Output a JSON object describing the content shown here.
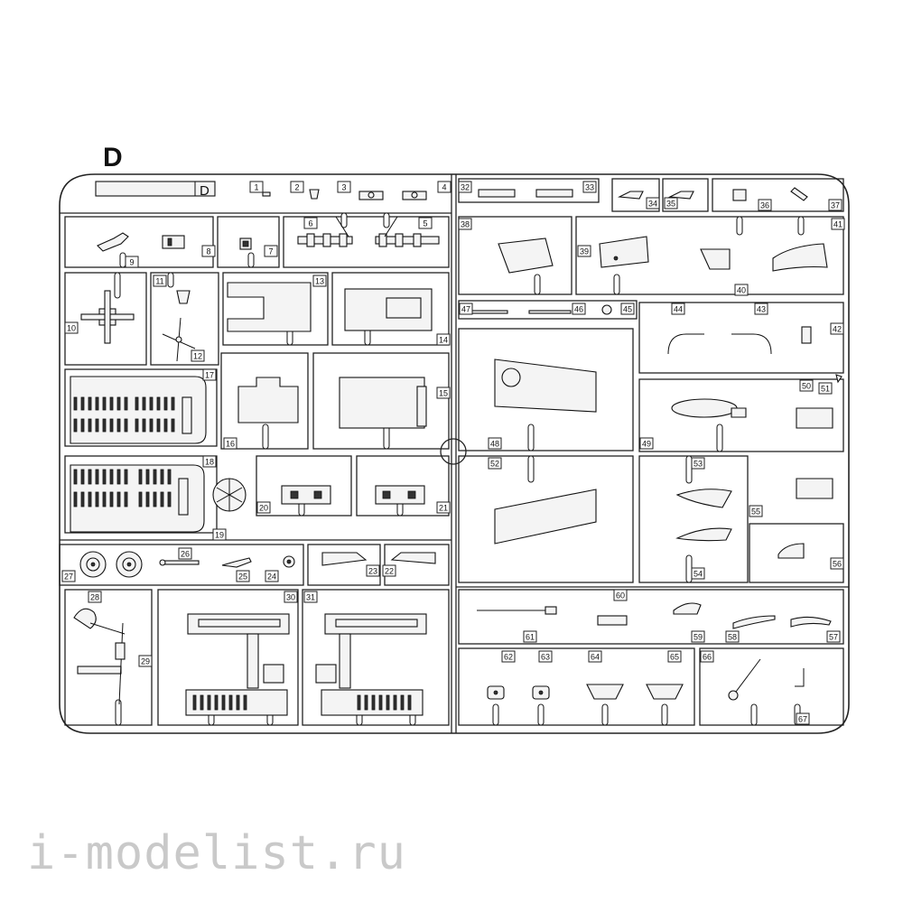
{
  "sprue": {
    "letter": "D",
    "tab_letter": "D",
    "watermark": "i-modelist.ru",
    "parts": [
      {
        "n": "1"
      },
      {
        "n": "2"
      },
      {
        "n": "3"
      },
      {
        "n": "4"
      },
      {
        "n": "5"
      },
      {
        "n": "6"
      },
      {
        "n": "7"
      },
      {
        "n": "8"
      },
      {
        "n": "9"
      },
      {
        "n": "10"
      },
      {
        "n": "11"
      },
      {
        "n": "12"
      },
      {
        "n": "13"
      },
      {
        "n": "14"
      },
      {
        "n": "15"
      },
      {
        "n": "16"
      },
      {
        "n": "17"
      },
      {
        "n": "18"
      },
      {
        "n": "19"
      },
      {
        "n": "20"
      },
      {
        "n": "21"
      },
      {
        "n": "22"
      },
      {
        "n": "23"
      },
      {
        "n": "24"
      },
      {
        "n": "25"
      },
      {
        "n": "26"
      },
      {
        "n": "27"
      },
      {
        "n": "28"
      },
      {
        "n": "29"
      },
      {
        "n": "30"
      },
      {
        "n": "31"
      },
      {
        "n": "32"
      },
      {
        "n": "33"
      },
      {
        "n": "34"
      },
      {
        "n": "35"
      },
      {
        "n": "36"
      },
      {
        "n": "37"
      },
      {
        "n": "38"
      },
      {
        "n": "39"
      },
      {
        "n": "40"
      },
      {
        "n": "41"
      },
      {
        "n": "42"
      },
      {
        "n": "43"
      },
      {
        "n": "44"
      },
      {
        "n": "45"
      },
      {
        "n": "46"
      },
      {
        "n": "47"
      },
      {
        "n": "48"
      },
      {
        "n": "49"
      },
      {
        "n": "50"
      },
      {
        "n": "51"
      },
      {
        "n": "52"
      },
      {
        "n": "53"
      },
      {
        "n": "54"
      },
      {
        "n": "55"
      },
      {
        "n": "56"
      },
      {
        "n": "57"
      },
      {
        "n": "58"
      },
      {
        "n": "59"
      },
      {
        "n": "60"
      },
      {
        "n": "61"
      },
      {
        "n": "62"
      },
      {
        "n": "63"
      },
      {
        "n": "64"
      },
      {
        "n": "65"
      },
      {
        "n": "66"
      },
      {
        "n": "67"
      }
    ]
  }
}
